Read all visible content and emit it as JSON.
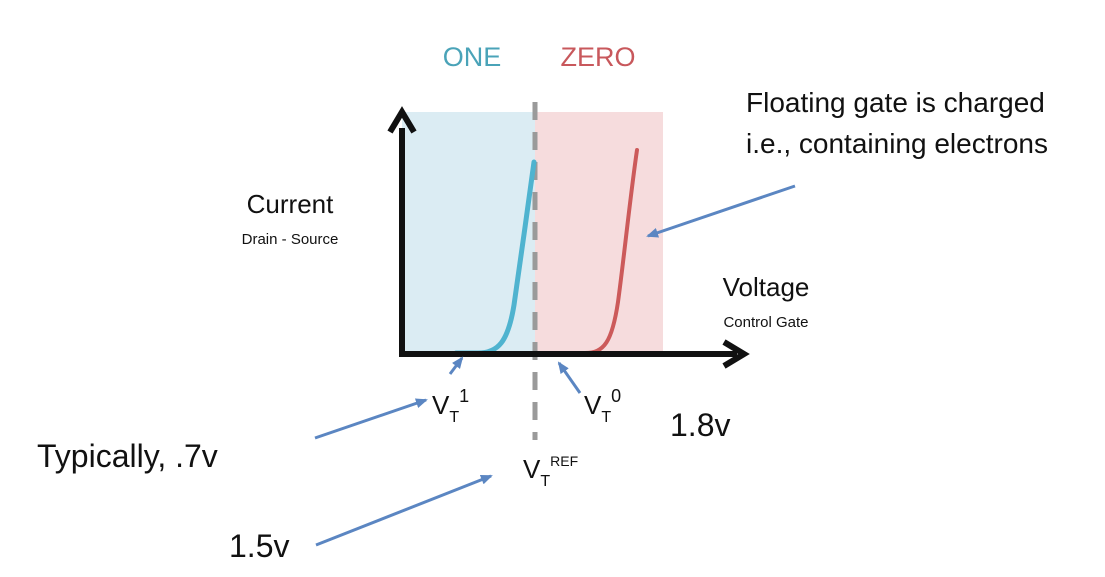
{
  "regions": {
    "one": {
      "label": "ONE",
      "color": "#4aa3b8",
      "fill": "#dbecf3"
    },
    "zero": {
      "label": "ZERO",
      "color": "#c8585c",
      "fill": "#f6dcdd"
    }
  },
  "axes": {
    "y_label": "Current",
    "y_sublabel": "Drain - Source",
    "x_label": "Voltage",
    "x_sublabel": "Control Gate"
  },
  "thresholds": {
    "vt1": {
      "base": "V",
      "sub": "T",
      "sup": "1"
    },
    "vt0": {
      "base": "V",
      "sub": "T",
      "sup": "0"
    },
    "vtref": {
      "base": "V",
      "sub": "T",
      "sup": "REF"
    }
  },
  "annotations": {
    "floating_gate_line1": "Floating gate is charged",
    "floating_gate_line2": "i.e., containing electrons",
    "typically": "Typically, .7v",
    "v18": "1.8v",
    "v15": "1.5v"
  },
  "colors": {
    "axis": "#111111",
    "arrow": "#5b86c2",
    "divider": "#9a9a9a",
    "curve_one": "#4fb3cf",
    "curve_zero": "#cc5a5a"
  }
}
